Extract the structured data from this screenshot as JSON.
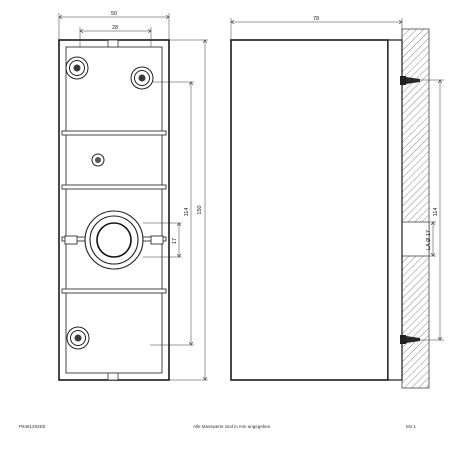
{
  "front_view": {
    "width_overall": "50",
    "width_inner": "28",
    "height_overall": "150",
    "height_inner": "114",
    "hole_diameter": "17"
  },
  "side_view": {
    "depth": "78",
    "height_inner": "114",
    "entry_label": "LA Ø 17"
  },
  "footer": {
    "doc_number": "P5481292EE",
    "note": "Alle Masswerte sind in mm angegeben.",
    "sheet": "M1:1"
  }
}
